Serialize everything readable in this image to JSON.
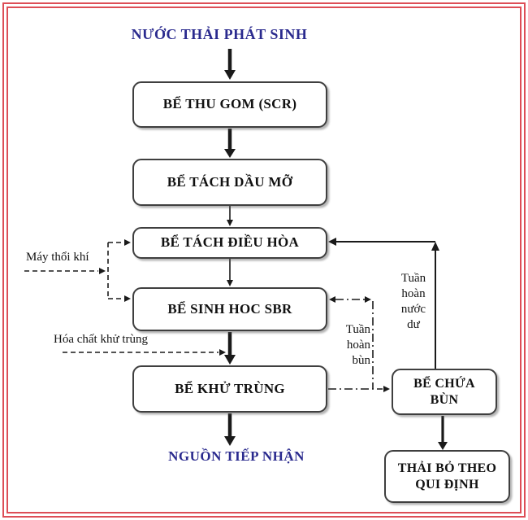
{
  "diagram": {
    "title_top": "NƯỚC THẢI PHÁT SINH",
    "title_bottom": "NGUỒN TIẾP NHẬN",
    "boxes": {
      "thu_gom": "BỂ THU GOM (SCR)",
      "tach_dau_mo": "BỂ TÁCH DẦU MỠ",
      "tach_dieu_hoa": "BỂ TÁCH ĐIỀU HÒA",
      "sinh_hoc_sbr": "BỂ SINH HOC SBR",
      "khu_trung": "BỂ KHỬ TRÙNG",
      "chua_bun": "BỂ CHỨA BÙN",
      "thai_bo": "THẢI BỎ THEO QUI ĐỊNH"
    },
    "labels": {
      "may_thoi_khi": "Máy thổi khí",
      "hoa_chat_khu_trung": "Hóa chất khử trùng",
      "tuan_hoan_bun": "Tuần hoàn bùn",
      "tuan_hoan_nuoc_du": "Tuần hoàn nước dư"
    },
    "colors": {
      "frame_red": "#dd4e57",
      "title_blue": "#2a2a8e",
      "box_border": "#3f3f3f",
      "line_black": "#1a1a1a"
    }
  }
}
